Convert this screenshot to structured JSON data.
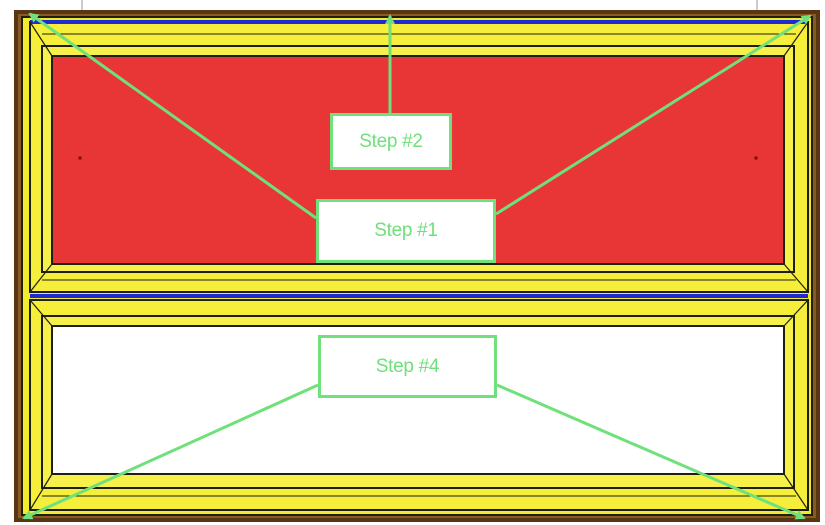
{
  "colors": {
    "frame_outer": "#5a3512",
    "frame_yellow": "#f2ea2c",
    "frame_line": "#1f1f10",
    "seal_blue": "#1f2bd0",
    "upper_pane": "#e83535",
    "lower_pane": "#ffffff",
    "arrow_green": "#6fe07a"
  },
  "labels": {
    "step1": "Step #1",
    "step2": "Step #2",
    "step4": "Step #4"
  }
}
